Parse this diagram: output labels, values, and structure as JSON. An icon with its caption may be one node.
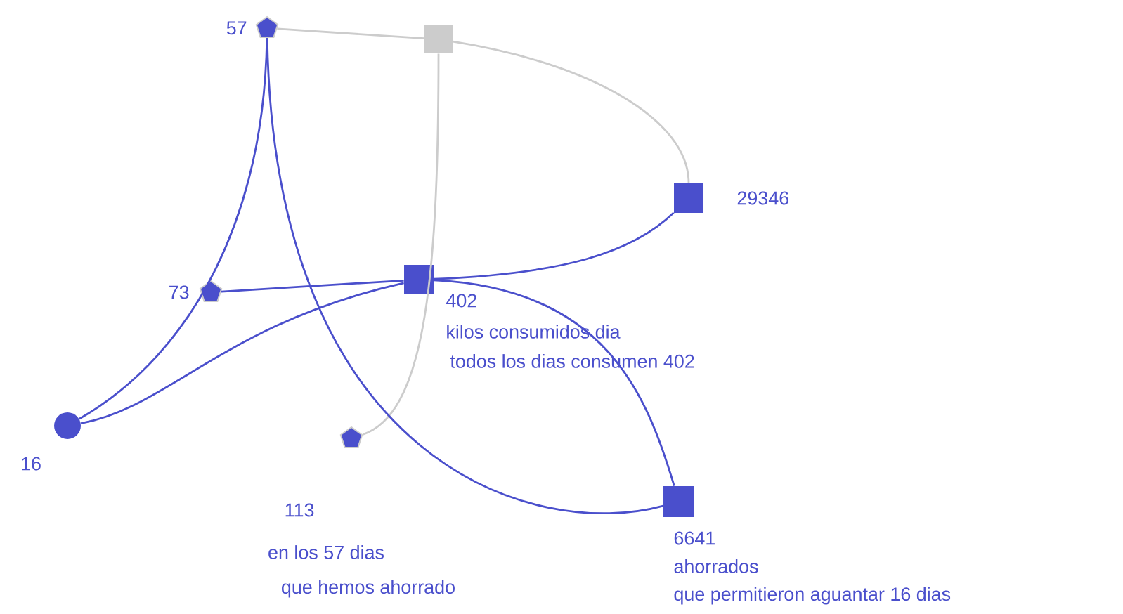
{
  "diagram": {
    "nodes": [
      {
        "text": [],
        "shape": "pentagon",
        "beside": [
          "57"
        ]
      },
      {
        "text": [],
        "shape": "box"
      },
      {
        "text": [],
        "shape": "box",
        "beside": [
          "29346"
        ]
      },
      {
        "text": [],
        "shape": "pentagon",
        "beside": [
          "73"
        ]
      },
      {
        "text": [],
        "shape": "box",
        "beside": [
          "402",
          "kilos consumidos dia",
          "todos los dias consumen 402"
        ]
      },
      {
        "text": [],
        "shape": "circle",
        "beside": [
          "16"
        ]
      },
      {
        "text": [],
        "shape": "pentagon",
        "beside": [
          "113",
          "en los 57 dias",
          "que hemos ahorrado"
        ]
      },
      {
        "text": [],
        "shape": "box",
        "beside": [
          "6641",
          "ahorrados",
          "que permitieron aguantar 16 dias"
        ]
      }
    ],
    "edges": [
      {
        "from": 0,
        "to": 1,
        "arrow": "none",
        "color": "#cccccc"
      },
      {
        "from": 1,
        "to": 2,
        "arrow": "none",
        "color": "#cccccc"
      },
      {
        "from": 1,
        "to": 6,
        "arrow": "none",
        "color": "#cccccc"
      },
      {
        "from": 0,
        "to": 5,
        "arrow": "none"
      },
      {
        "from": 0,
        "to": 7,
        "arrow": "none"
      },
      {
        "from": 3,
        "to": 4,
        "arrow": "none"
      },
      {
        "from": 4,
        "to": 2,
        "arrow": "none"
      },
      {
        "from": 5,
        "to": 4,
        "arrow": "none"
      },
      {
        "from": 4,
        "to": 7,
        "arrow": "none"
      }
    ]
  }
}
